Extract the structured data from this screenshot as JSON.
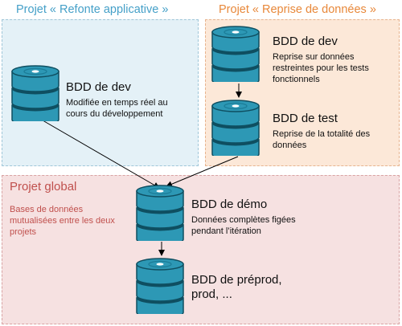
{
  "colors": {
    "db_body": "#2d98b5",
    "db_dark": "#0f4f61",
    "db_ring": "#1b7c97",
    "refonte_title": "#45a0c8",
    "reprise_title": "#e8883a",
    "global_text": "#c0504d"
  },
  "regions": {
    "refonte": {
      "title": "Projet « Refonte applicative »"
    },
    "reprise": {
      "title": "Projet « Reprise de données »"
    },
    "global": {
      "title": "Projet global",
      "description": "Bases de données mutualisées entre les deux projets"
    }
  },
  "databases": {
    "dev_refonte": {
      "title": "BDD de dev",
      "description": "Modifiée en temps réel au cours du développement"
    },
    "dev_reprise": {
      "title": "BDD de dev",
      "description": "Reprise sur données restreintes pour les tests fonctionnels"
    },
    "test": {
      "title": "BDD de test",
      "description": "Reprise de la totalité des données"
    },
    "demo": {
      "title": "BDD de démo",
      "description": "Données complètes figées pendant l’itération"
    },
    "preprod": {
      "title": "BDD de préprod, prod, ...",
      "description": ""
    }
  },
  "icons": {
    "database": "database-icon"
  }
}
